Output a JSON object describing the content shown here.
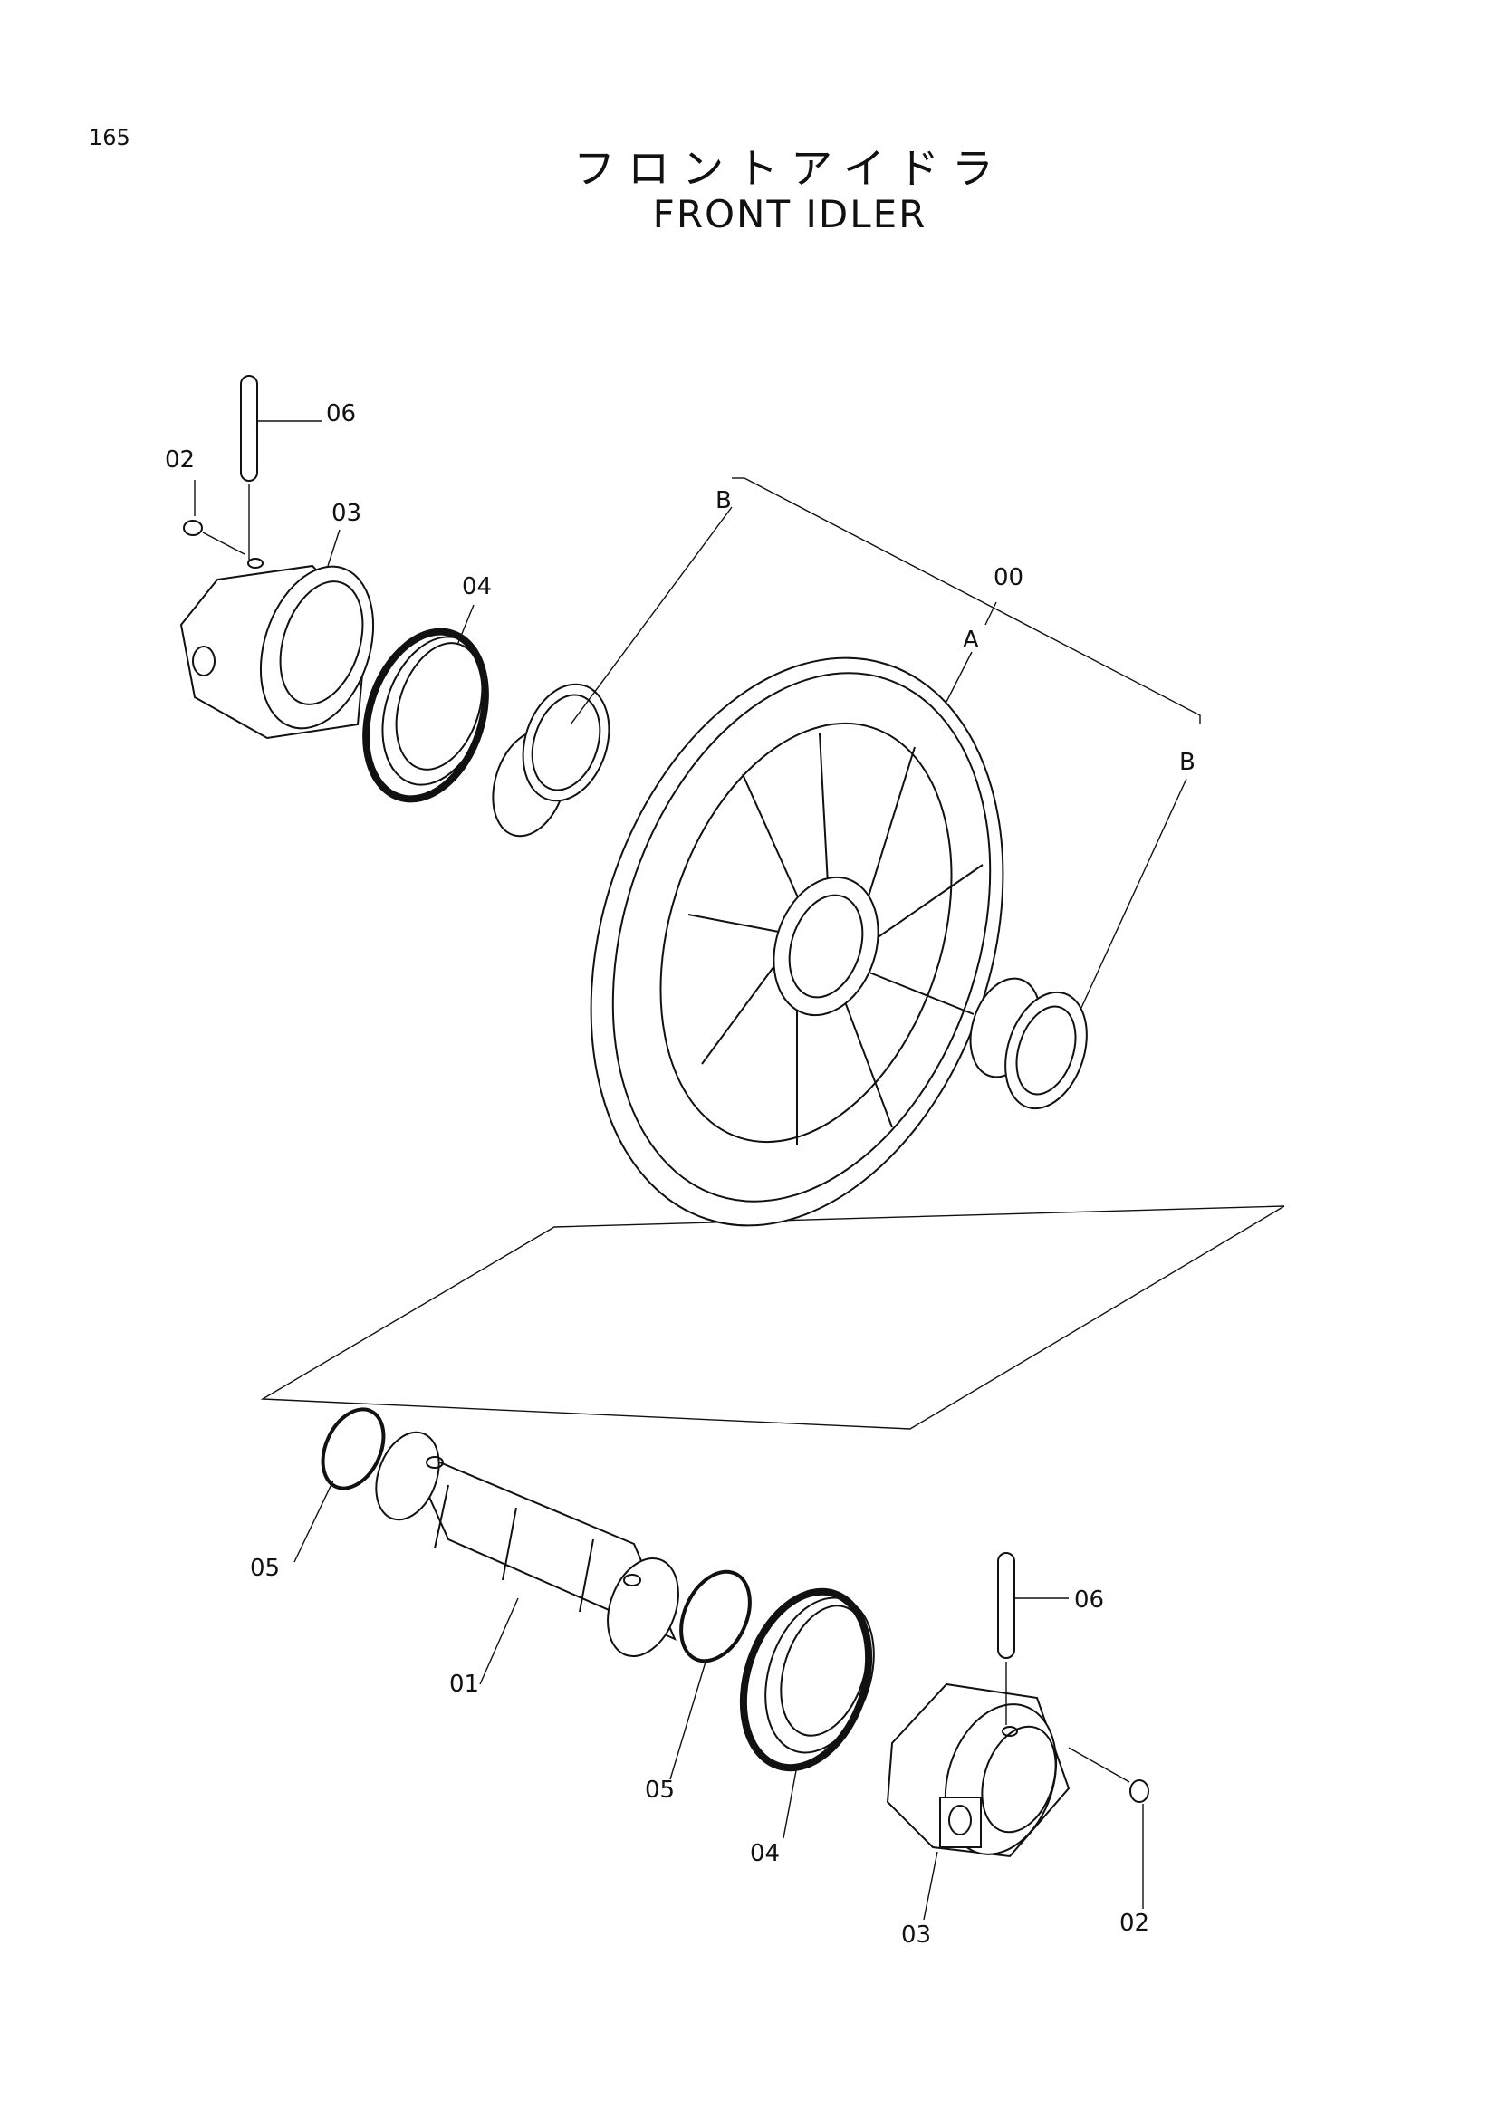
{
  "page_number": "165",
  "title_jp": "フロントアイドラ",
  "title_en": "FRONT IDLER",
  "callouts": {
    "c00": "00",
    "cA": "A",
    "cB1": "B",
    "cB2": "B",
    "c01": "01",
    "c02_top": "02",
    "c02_bottom": "02",
    "c03_top": "03",
    "c03_bottom": "03",
    "c04_top": "04",
    "c04_bottom": "04",
    "c05_left": "05",
    "c05_mid": "05",
    "c06_top": "06",
    "c06_bottom": "06"
  }
}
